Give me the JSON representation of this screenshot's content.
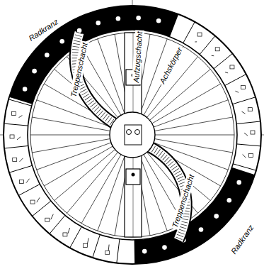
{
  "diagram": {
    "labels": [
      "Radkranz",
      "Treppenschacht",
      "Aufzugschacht",
      "Achskörper",
      "Treppenschacht",
      "Radkranz"
    ]
  }
}
